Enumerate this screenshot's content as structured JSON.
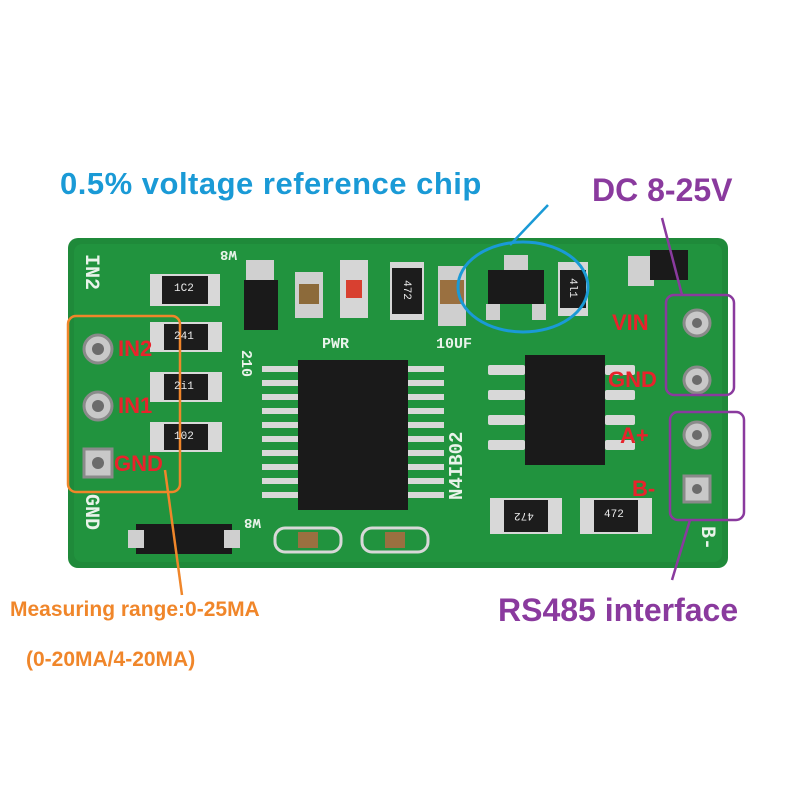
{
  "colors": {
    "pcb": "#1f8a3a",
    "pcb_dark": "#146b2a",
    "blue": "#1a9ad6",
    "purple": "#8a3a9e",
    "orange": "#f0862a",
    "red": "#e8232c"
  },
  "callouts": {
    "vref": "0.5% voltage reference chip",
    "power": "DC 8-25V",
    "rs485": "RS485 interface",
    "range_line1": "Measuring range:0-25MA",
    "range_line2": "(0-20MA/4-20MA)"
  },
  "pins": {
    "left": [
      "IN2",
      "IN1",
      "GND"
    ],
    "right": [
      "VIN",
      "GND",
      "A+",
      "B-"
    ]
  },
  "silkscreen": {
    "in2": "IN2",
    "gnd": "GND",
    "b": "B-",
    "pwr": "PWR",
    "cap": "10UF",
    "board_id": "N4IB02",
    "r210": "210",
    "w8_top": "W8",
    "w8_bottom": "W8"
  },
  "components": {
    "r_1c2": "1C2",
    "r_241": "241",
    "r_2i1": "2i1",
    "r_102": "102",
    "r_472_top": "472",
    "r_472_b1": "472",
    "r_472_b2": "472",
    "r_right": "4l1"
  }
}
